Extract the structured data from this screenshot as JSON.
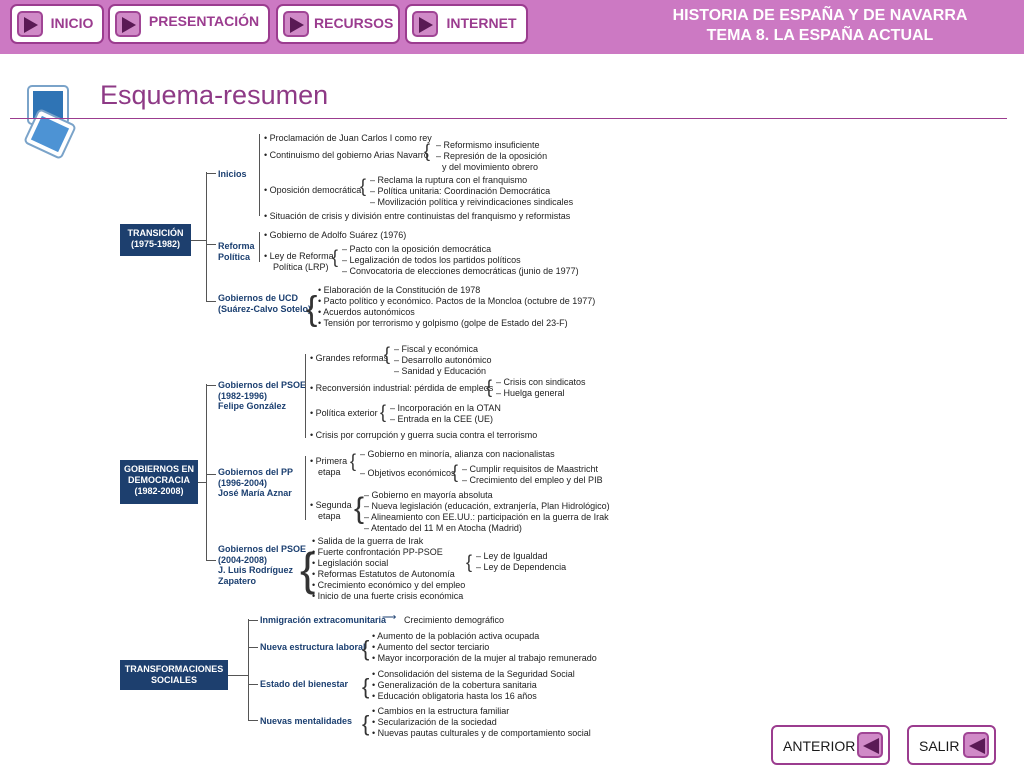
{
  "nav": {
    "inicio": "INICIO",
    "presentacion": "PRESENTACIÓN",
    "recursos": "RECURSOS",
    "internet": "INTERNET"
  },
  "header": {
    "line1": "HISTORIA DE ESPAÑA Y DE NAVARRA",
    "line2": "TEMA 8. LA ESPAÑA ACTUAL"
  },
  "page": {
    "title": "Esquema-resumen"
  },
  "diagram": {
    "transicion": {
      "box": [
        "TRANSICIÓN",
        "(1975-1982)"
      ],
      "inicios": {
        "label": "Inicios",
        "items": [
          "• Proclamación de Juan Carlos I como rey",
          "• Continuismo del gobierno Arias Navarro",
          "• Oposición democrática",
          "• Situación de crisis y división entre continuistas del franquismo y reformistas"
        ],
        "continuismo": [
          "– Reformismo insuficiente",
          "– Represión de la oposición",
          "y del movimiento obrero"
        ],
        "oposicion": [
          "– Reclama la ruptura con el franquismo",
          "– Política unitaria: Coordinación Democrática",
          "– Movilización política y reivindicaciones sindicales"
        ]
      },
      "reforma": {
        "label": [
          "Reforma",
          "Política"
        ],
        "items": [
          "• Gobierno de Adolfo Suárez (1976)",
          "• Ley de Reforma",
          "Política (LRP)"
        ],
        "lrp": [
          "– Pacto con la oposición democrática",
          "– Legalización de todos los partidos políticos",
          "– Convocatoria de elecciones democráticas (junio de 1977)"
        ]
      },
      "ucd": {
        "label": [
          "Gobiernos de UCD",
          "(Suárez-Calvo Sotelo)"
        ],
        "items": [
          "• Elaboración de la Constitución de 1978",
          "• Pacto político y económico. Pactos de la Moncloa (octubre de 1977)",
          "• Acuerdos autonómicos",
          "• Tensión por terrorismo y golpismo (golpe de Estado del 23-F)"
        ]
      }
    },
    "democracia": {
      "box": [
        "GOBIERNOS EN",
        "DEMOCRACIA",
        "(1982-2008)"
      ],
      "psoe1": {
        "label": [
          "Gobiernos del PSOE",
          "(1982-1996)",
          "Felipe González"
        ],
        "items": [
          "• Grandes reformas",
          "• Reconversión industrial: pérdida de empleos",
          "• Política exterior",
          "• Crisis por corrupción y guerra sucia contra el terrorismo"
        ],
        "reformas": [
          "– Fiscal y económica",
          "– Desarrollo autonómico",
          "– Sanidad y Educación"
        ],
        "reconversion": [
          "– Crisis con sindicatos",
          "– Huelga general"
        ],
        "exterior": [
          "– Incorporación en la OTAN",
          "– Entrada en la CEE (UE)"
        ]
      },
      "pp": {
        "label": [
          "Gobiernos del PP",
          "(1996-2004)",
          "José María Aznar"
        ],
        "primera": [
          "• Primera",
          "etapa"
        ],
        "primera_items": [
          "– Gobierno en minoría, alianza con nacionalistas",
          "– Objetivos económicos"
        ],
        "objetivos": [
          "– Cumplir requisitos de Maastricht",
          "– Crecimiento del empleo y del PIB"
        ],
        "segunda": [
          "• Segunda",
          "etapa"
        ],
        "segunda_items": [
          "– Gobierno en mayoría absoluta",
          "– Nueva legislación (educación, extranjería, Plan Hidrológico)",
          "– Alineamiento con EE.UU.: participación en la guerra de Irak",
          "– Atentado del 11 M en Atocha (Madrid)"
        ]
      },
      "psoe2": {
        "label": [
          "Gobiernos del PSOE",
          "(2004-2008)",
          "J. Luis Rodríguez",
          "Zapatero"
        ],
        "items": [
          "• Salida de la guerra de Irak",
          "• Fuerte confrontación PP-PSOE",
          "• Legislación social",
          "• Reformas Estatutos de Autonomía",
          "• Crecimiento económico y del empleo",
          "• Inicio de una fuerte crisis económica"
        ],
        "legislacion": [
          "– Ley de Igualdad",
          "– Ley de Dependencia"
        ]
      }
    },
    "transformaciones": {
      "box": [
        "TRANSFORMACIONES",
        "SOCIALES"
      ],
      "inmigracion": {
        "label": "Inmigración extracomunitaria",
        "result": "Crecimiento demográfico"
      },
      "laboral": {
        "label": "Nueva estructura laboral",
        "items": [
          "• Aumento de la población activa ocupada",
          "• Aumento del sector terciario",
          "• Mayor incorporación de la mujer al trabajo remunerado"
        ]
      },
      "bienestar": {
        "label": "Estado del bienestar",
        "items": [
          "• Consolidación del sistema de la Seguridad Social",
          "• Generalización de la cobertura sanitaria",
          "• Educación obligatoria hasta los 16 años"
        ]
      },
      "mentalidades": {
        "label": "Nuevas mentalidades",
        "items": [
          "• Cambios en la estructura familiar",
          "• Secularización de la sociedad",
          "• Nuevas pautas culturales y de comportamiento social"
        ]
      }
    }
  },
  "footer": {
    "anterior": "ANTERIOR",
    "salir": "SALIR"
  },
  "colors": {
    "header_bg": "#cc79c3",
    "accent": "#9b3c8f",
    "box_bg": "#1d3f6e"
  }
}
